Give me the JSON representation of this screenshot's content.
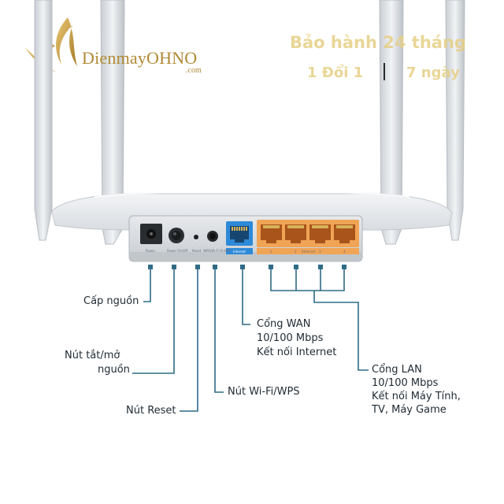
{
  "brand": {
    "name": "DienmayOHNO",
    "domain": ".com"
  },
  "promo": {
    "line1": "Bảo hành 24 tháng",
    "line2_left": "1 Đổi 1",
    "line2_right": "7 ngày"
  },
  "router_panel": {
    "port_labels": [
      "Power",
      "Power On/Off",
      "Reset",
      "WPS/Wi-Fi On/Off",
      "Internet",
      "1",
      "2",
      "Ethernet",
      "3",
      "4"
    ]
  },
  "callouts": {
    "power_in": "Cấp nguồn",
    "power_switch_line1": "Nút tắt/mở",
    "power_switch_line2": "nguồn",
    "reset": "Nút Reset",
    "wifi_wps": "Nút Wi-Fi/WPS",
    "wan_line1": "Cổng WAN",
    "wan_line2": "10/100 Mbps",
    "wan_line3": "Kết nối Internet",
    "lan_line1": "Cổng LAN",
    "lan_line2": "10/100 Mbps",
    "lan_line3": "Kết nối Máy Tính,",
    "lan_line4": "TV, Máy Game"
  },
  "colors": {
    "callout_line": "#2f6b86",
    "wan_port": "#2e8ad8",
    "lan_block": "#f0a455",
    "brand_gold": "#b08a35"
  }
}
